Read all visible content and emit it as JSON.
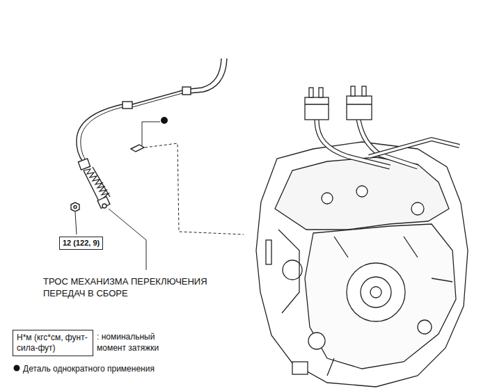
{
  "diagram": {
    "nodes": [
      {
        "text": [
          "12 (122, 9)"
        ]
      },
      {
        "text": [
          "Н*м (кгс*см, фунт-сила-фут)",
          ": номинальный момент затяжки"
        ]
      }
    ],
    "labels": [
      "ТРОС МЕХАНИЗМА ПЕРЕКЛЮЧЕНИЯ ПЕРЕДАЧ В СБОРЕ"
    ],
    "legend": [
      {
        "text": "Деталь однократного применения"
      }
    ]
  }
}
